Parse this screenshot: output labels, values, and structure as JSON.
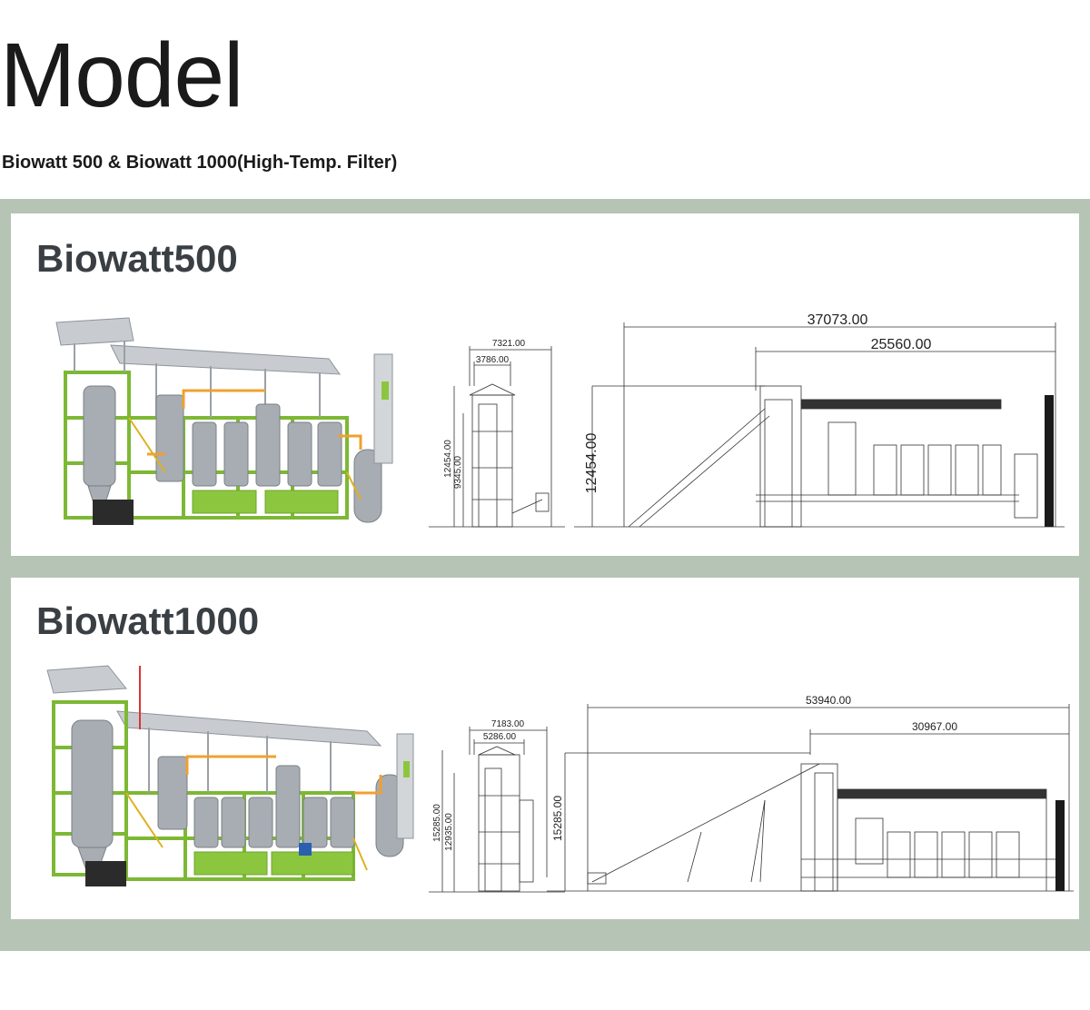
{
  "page": {
    "title": "Model",
    "subtitle": "Biowatt 500 & Biowatt 1000(High-Temp. Filter)"
  },
  "models": [
    {
      "name": "Biowatt500",
      "dims": {
        "side_total_width": "7321.00",
        "side_inner_width": "3786.00",
        "side_height_outer": "12454.00",
        "side_height_inner": "9345.00",
        "front_total_length": "37073.00",
        "front_building_length": "25560.00",
        "front_height": "12454.00"
      }
    },
    {
      "name": "Biowatt1000",
      "dims": {
        "side_total_width": "7183.00",
        "side_inner_width": "5286.00",
        "side_height_outer": "15285.00",
        "side_height_inner": "12935.00",
        "front_total_length": "53940.00",
        "front_building_length": "30967.00",
        "front_height": "15285.00"
      }
    }
  ],
  "colors": {
    "band": "#b5c4b4",
    "frame_green": "#8cc63f",
    "tank_gray": "#9aa0a6",
    "pipe_orange": "#f0a030",
    "heading": "#3a3f44"
  }
}
